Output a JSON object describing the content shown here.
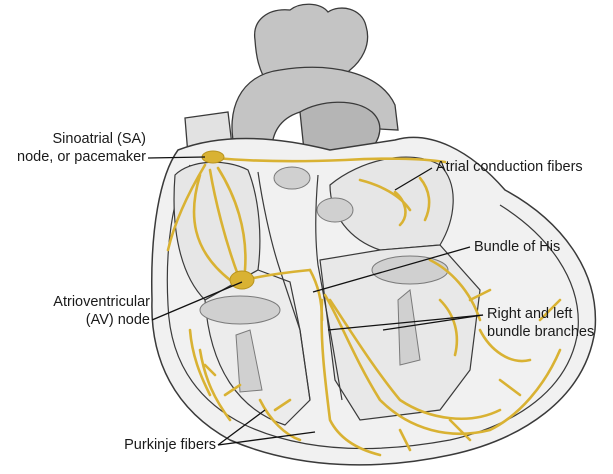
{
  "labels": {
    "sa_node": {
      "line1": "Sinoatrial (SA)",
      "line2": "node, or pacemaker"
    },
    "av_node": {
      "line1": "Atrioventricular",
      "line2": "(AV) node"
    },
    "purkinje": "Purkinje fibers",
    "atrial_fibers": "Atrial conduction fibers",
    "bundle_his": "Bundle of His",
    "bundle_branches": {
      "line1": "Right and left",
      "line2": "bundle branches"
    }
  },
  "colors": {
    "conduction": "#d9b233",
    "conduction_dark": "#b8941f",
    "vessel_fill": "#c9c9c9",
    "vessel_shade": "#a8a8a8",
    "tissue_fill": "#ececec",
    "outline": "#3a3a3a",
    "leader": "#111111"
  }
}
